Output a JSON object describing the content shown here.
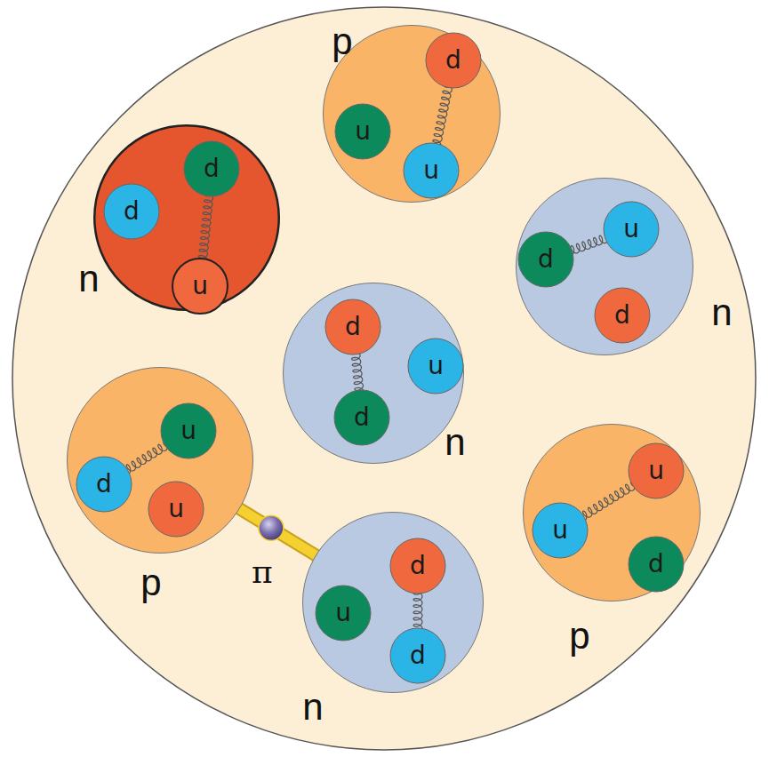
{
  "diagram": {
    "nodes": [
      {
        "text": [
          "p"
        ]
      },
      {
        "text": [
          "d"
        ],
        "in": 0
      },
      {
        "text": [
          "u"
        ],
        "in": 0
      },
      {
        "text": [
          "u"
        ],
        "in": 0
      },
      {
        "text": [
          "n"
        ]
      },
      {
        "text": [
          "d"
        ],
        "in": 4
      },
      {
        "text": [
          "d"
        ],
        "in": 4
      },
      {
        "text": [
          "u"
        ],
        "in": 4
      },
      {
        "text": [
          "n"
        ]
      },
      {
        "text": [
          "u"
        ],
        "in": 8
      },
      {
        "text": [
          "d"
        ],
        "in": 8
      },
      {
        "text": [
          "d"
        ],
        "in": 8
      },
      {
        "text": [
          "n"
        ]
      },
      {
        "text": [
          "d"
        ],
        "in": 12
      },
      {
        "text": [
          "u"
        ],
        "in": 12
      },
      {
        "text": [
          "d"
        ],
        "in": 12
      },
      {
        "text": [
          "p"
        ]
      },
      {
        "text": [
          "u"
        ],
        "in": 16
      },
      {
        "text": [
          "d"
        ],
        "in": 16
      },
      {
        "text": [
          "u"
        ],
        "in": 16
      },
      {
        "text": [
          "n"
        ]
      },
      {
        "text": [
          "u"
        ],
        "in": 20
      },
      {
        "text": [
          "d"
        ],
        "in": 20
      },
      {
        "text": [
          "d"
        ],
        "in": 20
      },
      {
        "text": [
          "p"
        ]
      },
      {
        "text": [
          "u"
        ],
        "in": 24
      },
      {
        "text": [
          "u"
        ],
        "in": 24
      },
      {
        "text": [
          "d"
        ],
        "in": 24
      }
    ],
    "edges": [
      {
        "from": 16,
        "to": 20,
        "label": "π",
        "arrow": "none"
      }
    ]
  }
}
